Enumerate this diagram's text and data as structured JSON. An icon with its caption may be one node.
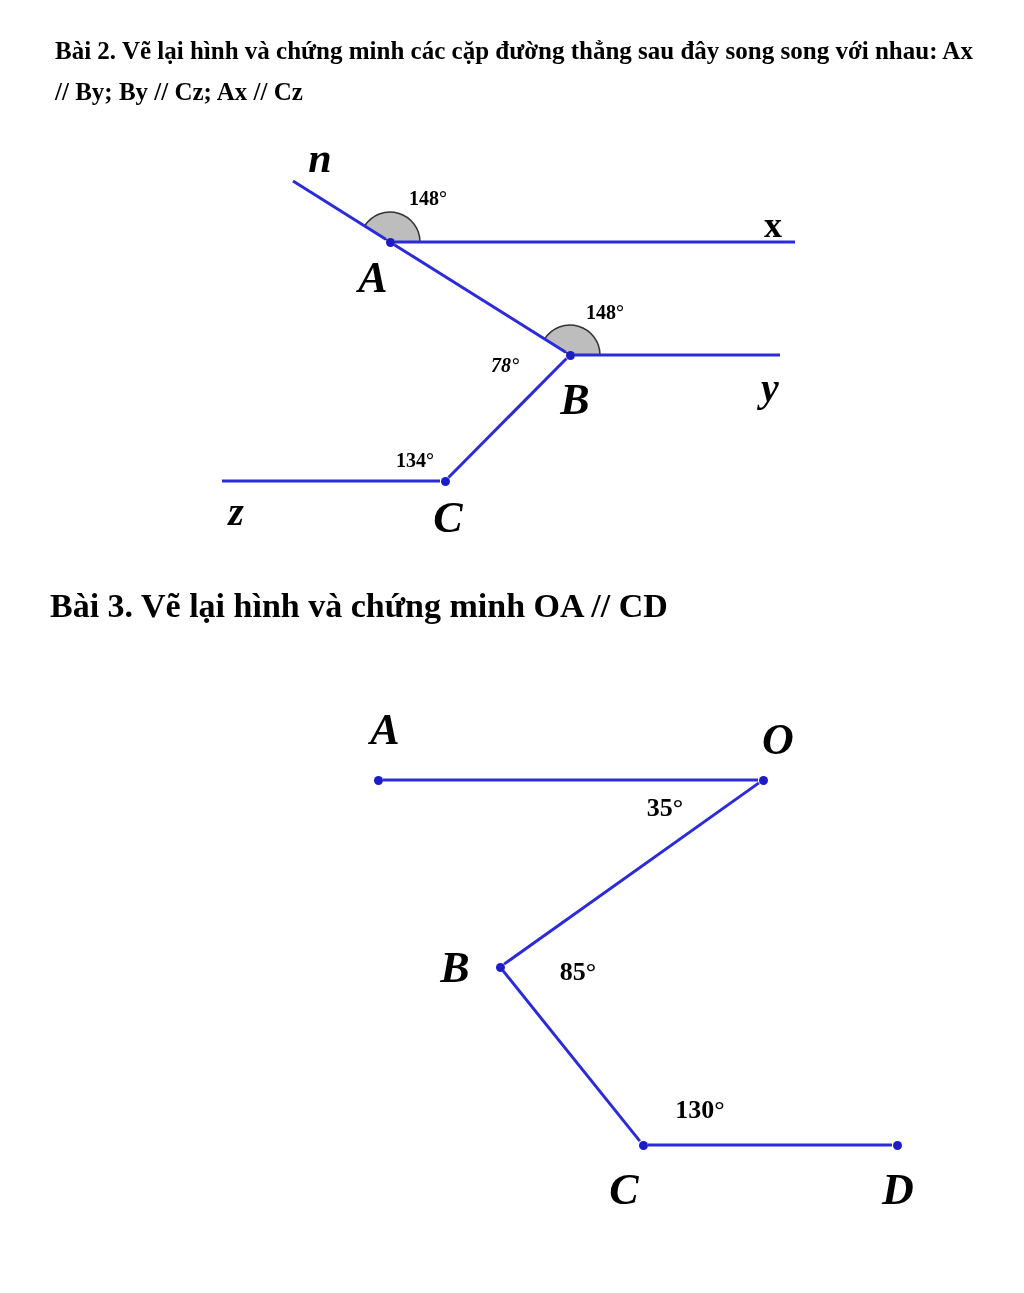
{
  "diagram": {
    "nodes": [
      {
        "text": [],
        "shape": "circle",
        "beside": [
          "A"
        ]
      },
      {
        "text": [],
        "shape": "circle",
        "beside": [
          "B"
        ]
      },
      {
        "text": [],
        "shape": "circle",
        "beside": [
          "C"
        ]
      },
      {
        "text": [],
        "shape": "circle",
        "beside": [
          "A"
        ]
      },
      {
        "text": [],
        "shape": "circle",
        "beside": [
          "O"
        ]
      },
      {
        "text": [],
        "shape": "circle",
        "beside": [
          "B"
        ]
      },
      {
        "text": [],
        "shape": "circle",
        "beside": [
          "C"
        ]
      },
      {
        "text": [],
        "shape": "circle",
        "beside": [
          "D"
        ]
      }
    ],
    "edges": [
      {
        "from": null,
        "to": 0,
        "arrow": "none"
      },
      {
        "from": 0,
        "to": null,
        "arrow": "none"
      },
      {
        "from": 0,
        "to": 1,
        "arrow": "none"
      },
      {
        "from": 1,
        "to": null,
        "arrow": "none"
      },
      {
        "from": 1,
        "to": 2,
        "arrow": "none"
      },
      {
        "from": 2,
        "to": null,
        "arrow": "none"
      },
      {
        "from": 3,
        "to": 4,
        "arrow": "none"
      },
      {
        "from": 4,
        "to": 5,
        "arrow": "none"
      },
      {
        "from": 5,
        "to": 6,
        "arrow": "none"
      },
      {
        "from": 6,
        "to": 7,
        "arrow": "none"
      }
    ],
    "labels": [
      "Bài 2. Vẽ lại hình và chứng minh các cặp đường thẳng sau đây song song với nhau: Ax // By; By // Cz; Ax // Cz",
      "n",
      "148°",
      "x",
      "148°",
      "78°",
      "y",
      "134°",
      "z",
      "Bài 3. Vẽ lại hình và chứng minh OA // CD",
      "35°",
      "85°",
      "130°"
    ]
  }
}
